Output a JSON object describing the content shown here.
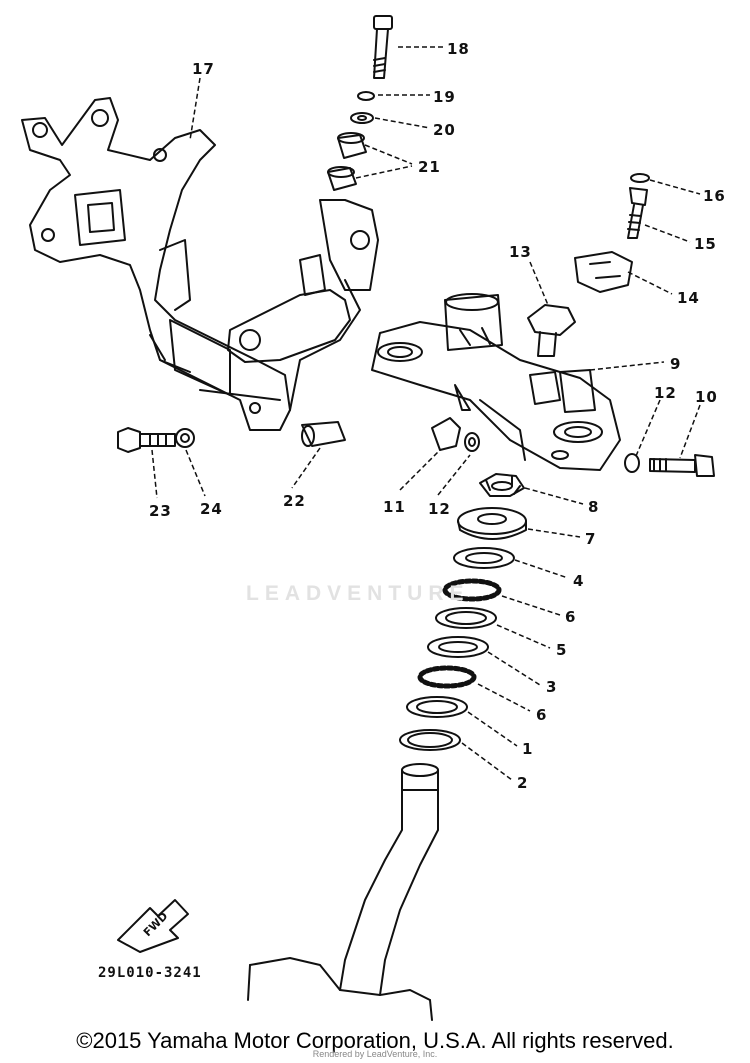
{
  "diagram": {
    "part_labels": [
      "18",
      "19",
      "20",
      "21",
      "17",
      "16",
      "15",
      "13",
      "14",
      "9",
      "12",
      "10",
      "11",
      "12",
      "8",
      "7",
      "4",
      "6",
      "5",
      "3",
      "6",
      "1",
      "2",
      "23",
      "24",
      "22"
    ],
    "arrow_label": "FWD",
    "drawing_code": "29L010-3241",
    "watermark": "LEADVENTURE",
    "copyright": "©2015 Yamaha Motor Corporation, U.S.A. All rights reserved.",
    "rendered_by": "Rendered by LeadVenture, Inc."
  }
}
